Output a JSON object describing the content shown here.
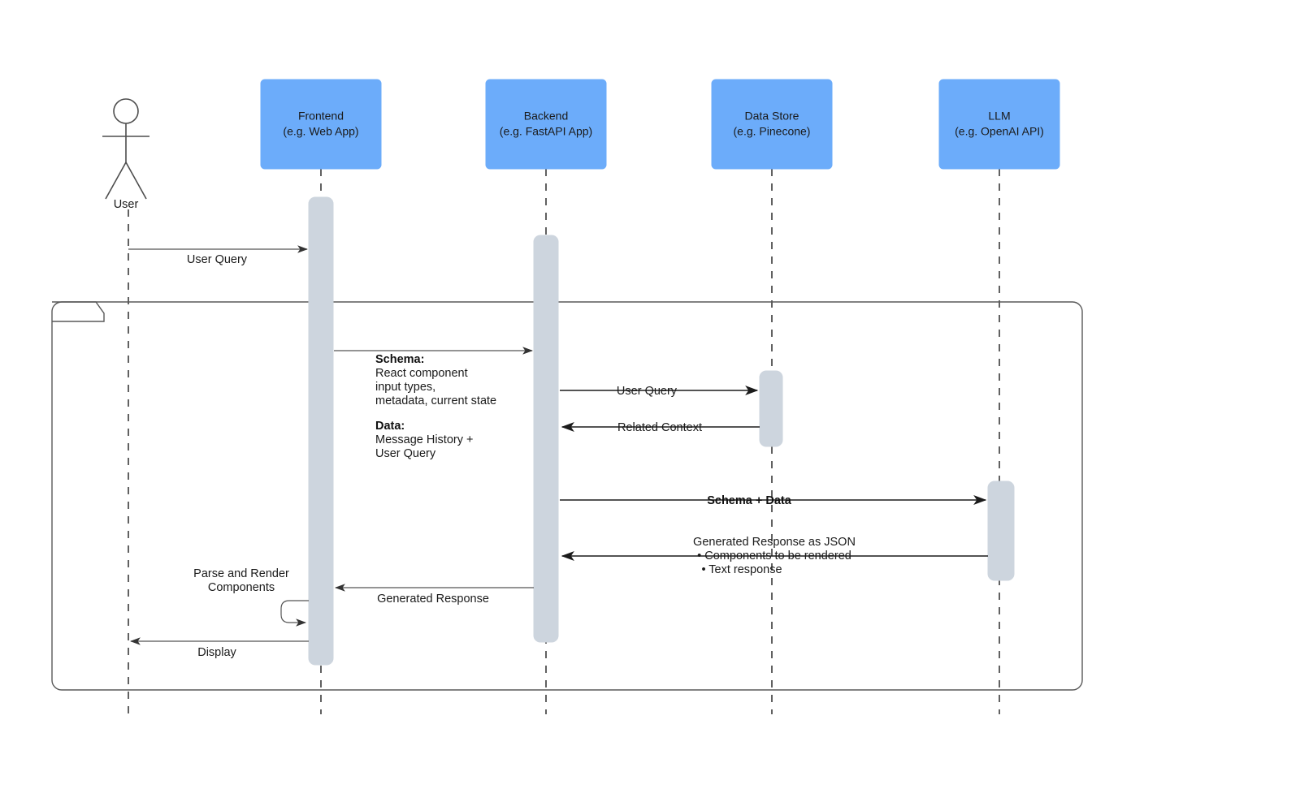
{
  "diagram": {
    "type": "uml-sequence-diagram",
    "background_color": "#ffffff",
    "participant_fill": "#6CACFA",
    "activation_fill": "#CDD5DE",
    "line_color": "#1b1b1b"
  },
  "actor": {
    "label": "User"
  },
  "participants": [
    {
      "id": "frontend",
      "line1": "Frontend",
      "line2": "(e.g. Web App)"
    },
    {
      "id": "backend",
      "line1": "Backend",
      "line2": "(e.g. FastAPI App)"
    },
    {
      "id": "datastore",
      "line1": "Data Store",
      "line2": "(e.g. Pinecone)"
    },
    {
      "id": "llm",
      "line1": "LLM",
      "line2": "(e.g. OpenAI API)"
    }
  ],
  "messages": {
    "user_query_to_frontend": "User Query",
    "schema_arrow_note": {
      "heading1": "Schema:",
      "line1": "React component",
      "line2": "input types,",
      "line3": "metadata, current state",
      "heading2": "Data:",
      "line4": "Message History +",
      "line5": "User Query"
    },
    "backend_to_datastore": "User Query",
    "datastore_to_backend": "Related Context",
    "backend_to_llm": "Schema + Data",
    "llm_to_backend": {
      "title": "Generated Response as JSON",
      "bullet1": "• Components to be rendered",
      "bullet2": "• Text response"
    },
    "backend_to_frontend": "Generated Response",
    "frontend_self_loop_line1": "Parse and Render",
    "frontend_self_loop_line2": "Components",
    "frontend_to_user": "Display"
  },
  "fragment": {
    "label": ""
  }
}
